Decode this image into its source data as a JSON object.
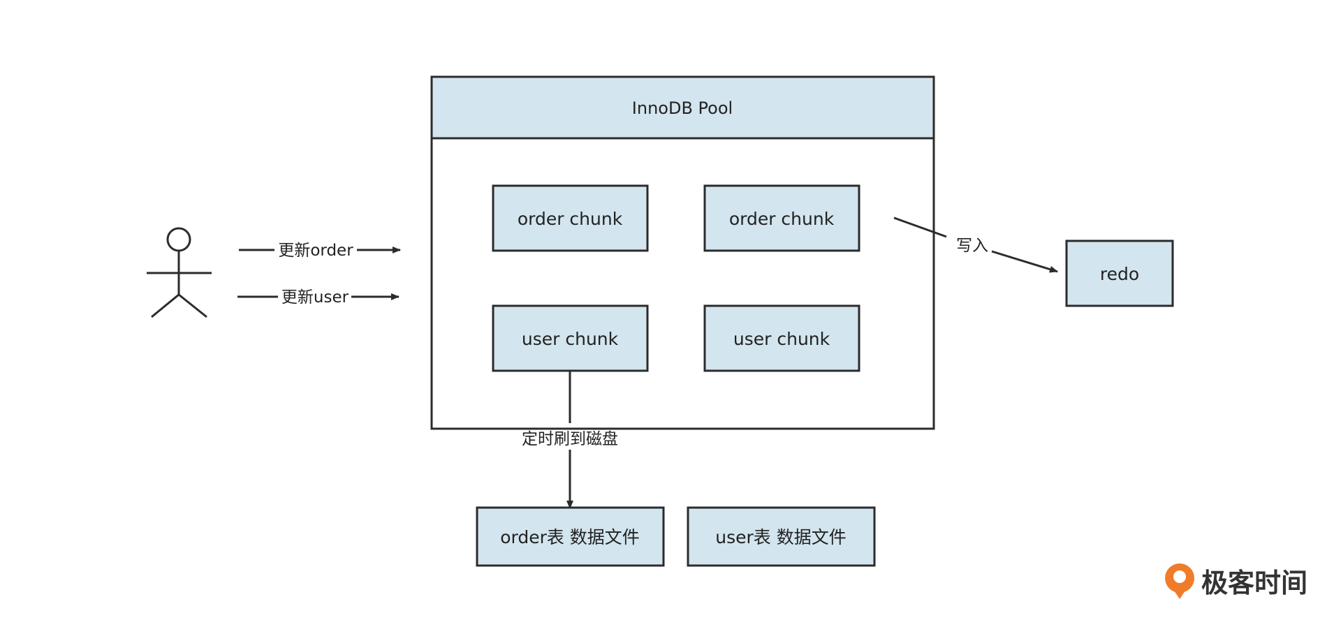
{
  "pool": {
    "title": "InnoDB Pool"
  },
  "chunks": {
    "order_1": "order chunk",
    "order_2": "order chunk",
    "user_1": "user chunk",
    "user_2": "user chunk"
  },
  "redo": {
    "label": "redo"
  },
  "files": {
    "order": "order表 数据文件",
    "user": "user表 数据文件"
  },
  "edges": {
    "update_order": "更新order",
    "update_user": "更新user",
    "write": "写入",
    "flush": "定时刷到磁盘"
  },
  "brand": {
    "name": "极客时间"
  },
  "colors": {
    "box_fill": "#d3e5ee",
    "stroke": "#2b2b2b",
    "brand_orange": "#f07c29"
  }
}
